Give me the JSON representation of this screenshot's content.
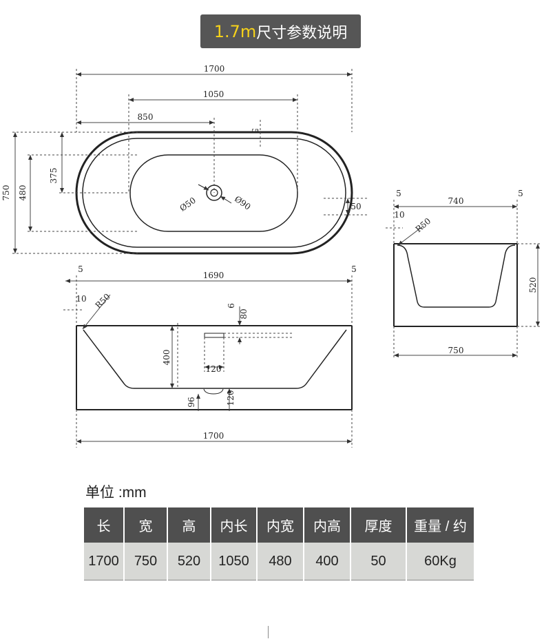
{
  "banner": {
    "size": "1.7m",
    "text": "尺寸参数说明"
  },
  "top_view": {
    "overall_length": "1700",
    "inner_length": "1050",
    "drain_offset": "850",
    "rim": "5",
    "overall_width": "750",
    "inner_width": "480",
    "half_width": "375",
    "drain_hole": "Ø50",
    "drain_cover": "Ø90",
    "edge_thickness": "50"
  },
  "side_view": {
    "left_gap": "5",
    "right_gap": "5",
    "length": "1690",
    "rim": "10",
    "radius": "R50",
    "small_a": "6",
    "small_b": "80",
    "depth": "400",
    "overflow": "120",
    "drain_height": "96",
    "drain_depth": "120",
    "base_length": "1700"
  },
  "end_view": {
    "left_gap": "5",
    "right_gap": "5",
    "top_width": "740",
    "rim": "10",
    "radius": "R50",
    "height": "520",
    "base_width": "750"
  },
  "unit_label": "单位 :mm",
  "table": {
    "headers": [
      "长",
      "宽",
      "高",
      "内长",
      "内宽",
      "内高",
      "厚度",
      "重量 / 约"
    ],
    "values": [
      "1700",
      "750",
      "520",
      "1050",
      "480",
      "400",
      "50",
      "60Kg"
    ]
  }
}
